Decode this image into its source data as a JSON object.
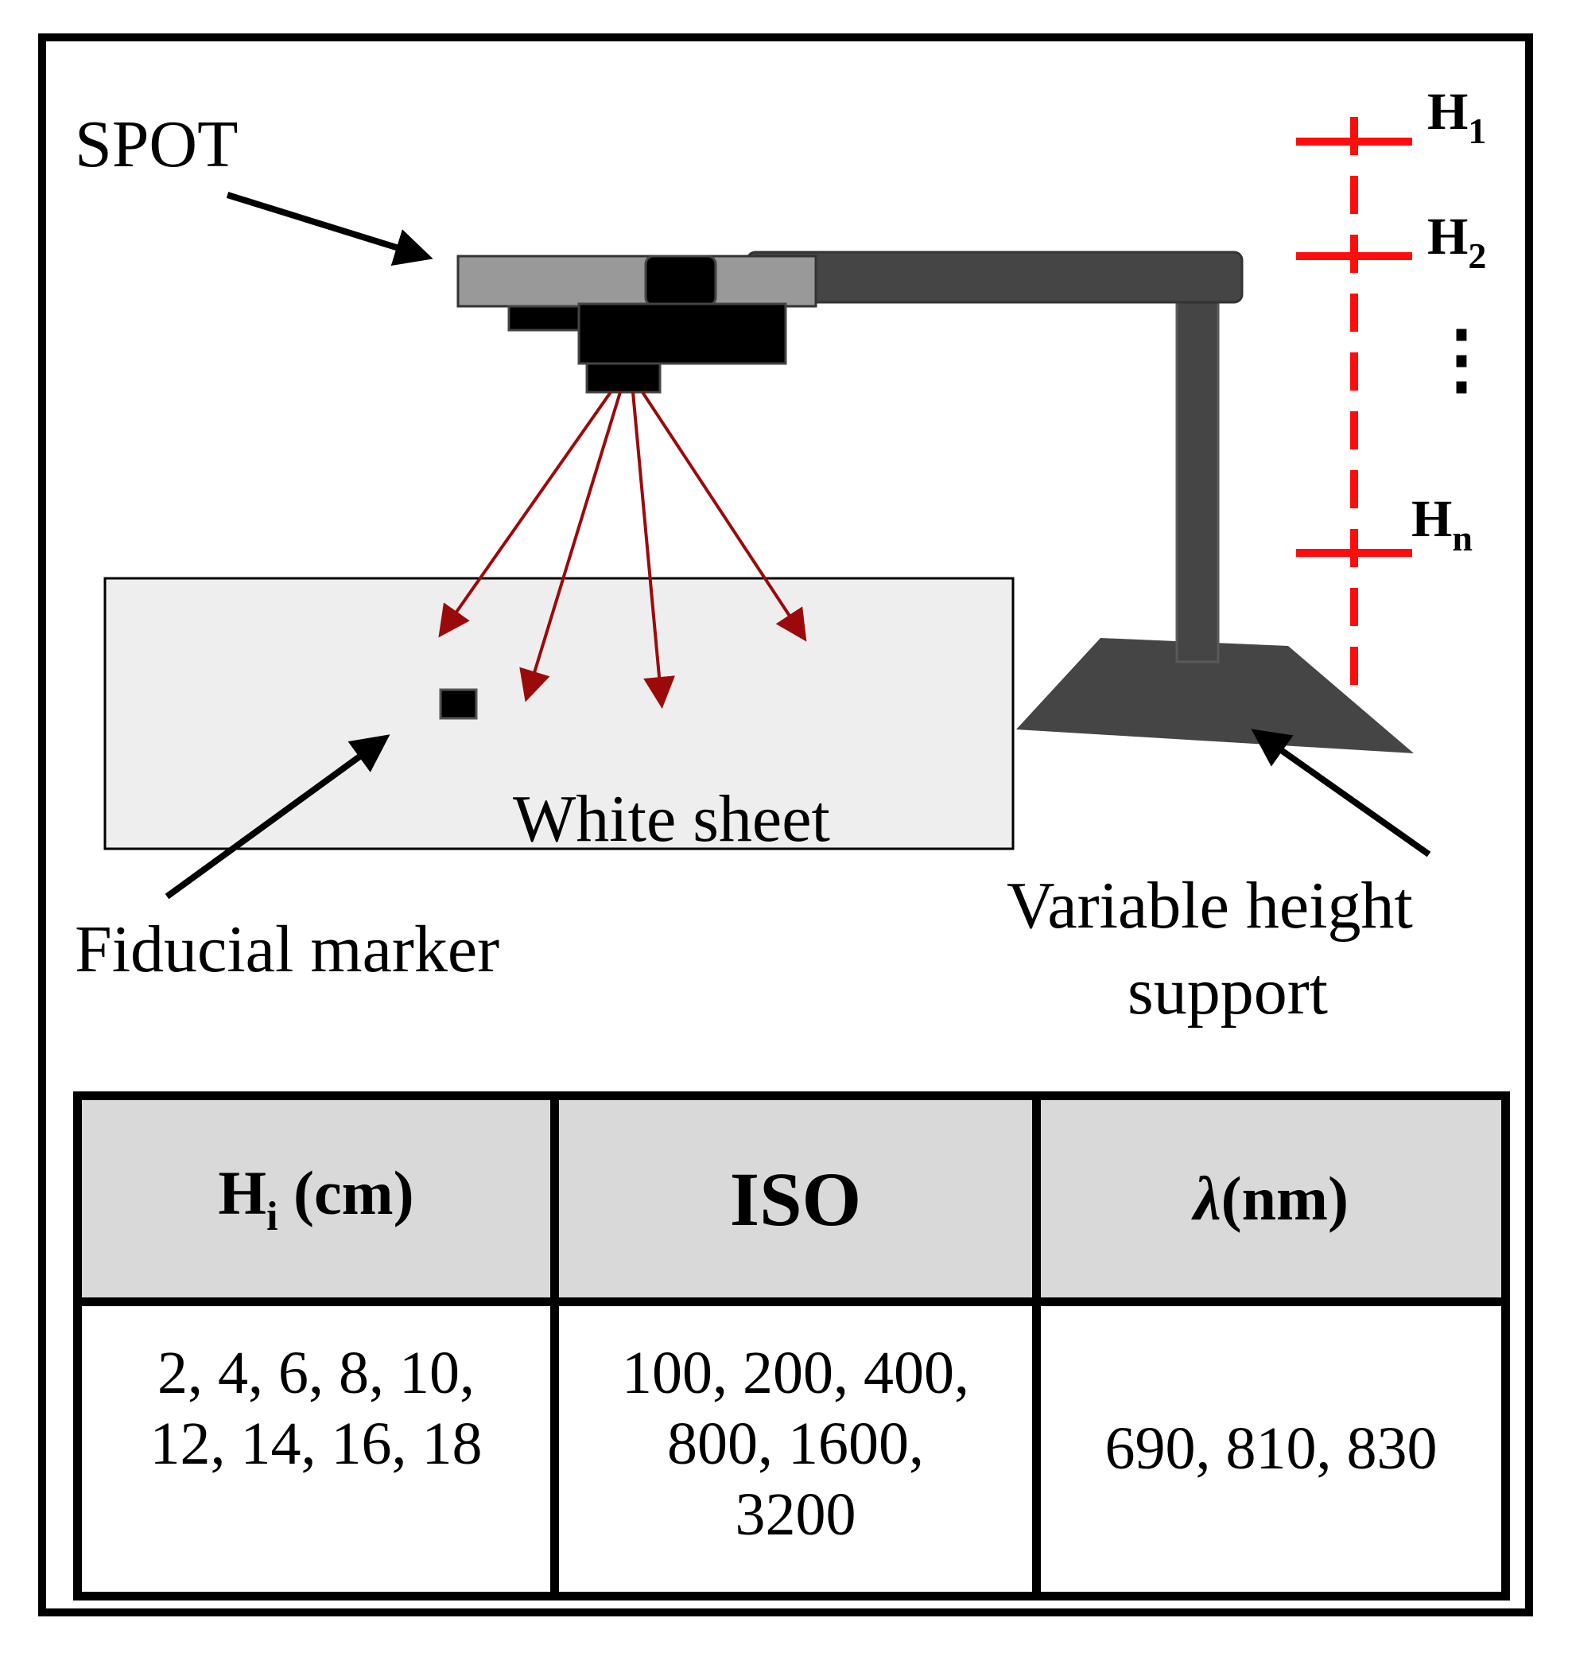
{
  "labels": {
    "spot": "SPOT",
    "white_sheet": "White sheet",
    "fiducial_marker": "Fiducial marker",
    "support_line1": "Variable height",
    "support_line2": "support",
    "height_levels": [
      {
        "base": "H",
        "sub": "1"
      },
      {
        "base": "H",
        "sub": "2"
      },
      {
        "base": "H",
        "sub": "n"
      }
    ],
    "ellipsis": "⋮"
  },
  "colors": {
    "laser_ray": "#9b0a0a",
    "height_scale": "#ff0d0d",
    "support": "#454545",
    "camera_body": "#999999",
    "sheet": "#eeeeee",
    "table_header": "#d9d9d9"
  },
  "table": {
    "headers": [
      {
        "base": "H",
        "sub": "i",
        "rest": " (cm)"
      },
      {
        "text": "ISO"
      },
      {
        "greek": "λ",
        "rest": "(nm)"
      }
    ],
    "cells": [
      [
        "2, 4, 6, 8, 10,",
        "12, 14, 16, 18"
      ],
      [
        "100, 200, 400,",
        "800, 1600,",
        "3200"
      ],
      [
        "690, 810, 830"
      ]
    ]
  }
}
